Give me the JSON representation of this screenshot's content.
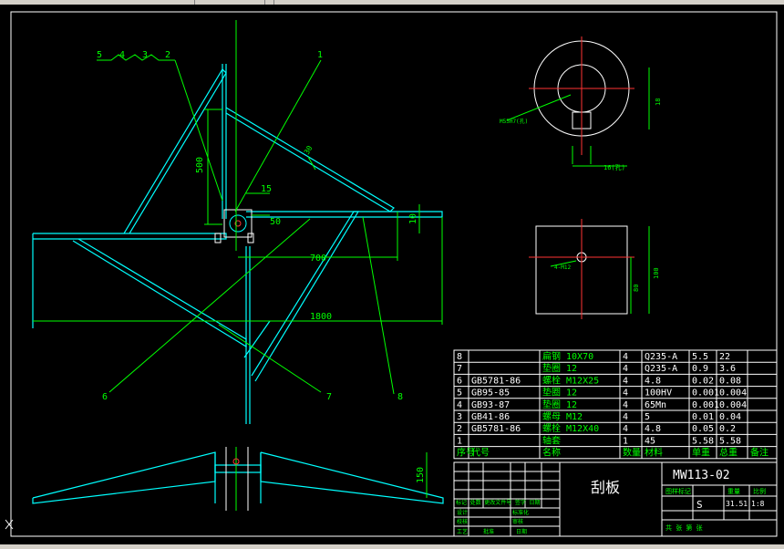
{
  "leaders": {
    "l1": "1",
    "l2": "2",
    "l3": "3",
    "l4": "4",
    "l5": "5",
    "l6": "6",
    "l7": "7",
    "l8": "8"
  },
  "dims": {
    "d500": "500",
    "d15": "15",
    "d50": "50",
    "d700": "700",
    "d1800": "1800",
    "d10": "10",
    "d150": "150",
    "d30": "30",
    "washer_thread": "M55H7(孔)",
    "washer_w": "16(孔)",
    "washer_h": "18",
    "plate_thread": "4-M12",
    "plate_w": "100",
    "plate_h": "80"
  },
  "bom": {
    "rows": [
      {
        "no": "8",
        "code": "",
        "name": "扁钢 10X70",
        "qty": "4",
        "mat": "Q235-A",
        "unit": "5.5",
        "total": "22"
      },
      {
        "no": "7",
        "code": "",
        "name": "垫圈 12",
        "qty": "4",
        "mat": "Q235-A",
        "unit": "0.9",
        "total": "3.6"
      },
      {
        "no": "6",
        "code": "GB5781-86",
        "name": "螺栓 M12X25",
        "qty": "4",
        "mat": "4.8",
        "unit": "0.02",
        "total": "0.08"
      },
      {
        "no": "5",
        "code": "GB95-85",
        "name": "垫圈 12",
        "qty": "4",
        "mat": "100HV",
        "unit": "0.001",
        "total": "0.004"
      },
      {
        "no": "4",
        "code": "GB93-87",
        "name": "垫圈 12",
        "qty": "4",
        "mat": "65Mn",
        "unit": "0.001",
        "total": "0.004"
      },
      {
        "no": "3",
        "code": "GB41-86",
        "name": "螺母 M12",
        "qty": "4",
        "mat": "5",
        "unit": "0.01",
        "total": "0.04"
      },
      {
        "no": "2",
        "code": "GB5781-86",
        "name": "螺栓 M12X40",
        "qty": "4",
        "mat": "4.8",
        "unit": "0.05",
        "total": "0.2"
      },
      {
        "no": "1",
        "code": "",
        "name": "轴套",
        "qty": "1",
        "mat": "45",
        "unit": "5.58",
        "total": "5.58"
      }
    ],
    "header": {
      "no": "序号",
      "code": "代号",
      "name": "名称",
      "qty": "数量",
      "mat": "材料",
      "unit": "单重",
      "total": "总重",
      "note": "备注"
    }
  },
  "title_block": {
    "part_name": "刮板",
    "drawing_no": "MW113-02",
    "stage_label": "图样标记",
    "weight_label": "重量",
    "scale_label": "比例",
    "stage": "S",
    "weight": "31.51",
    "scale": "1:8",
    "sheet_label": "共  张  第  张",
    "rev_header": "标记 处数 更改文件号 签字 日期",
    "design": "设计",
    "standard": "标准化",
    "check": "校核",
    "process": "工艺",
    "review": "审核",
    "approve": "批准",
    "date": "日期"
  }
}
